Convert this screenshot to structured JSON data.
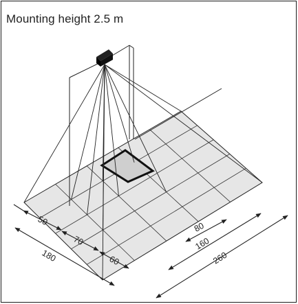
{
  "title": "Mounting height 2.5 m",
  "dimensions": {
    "left_1": "50",
    "left_2": "70",
    "left_3": "60",
    "left_total": "180",
    "right_1": "80",
    "right_2": "160",
    "right_total": "260"
  },
  "colors": {
    "floor_fill": "#e6e6e6",
    "highlight_fill": "#cfcfcf",
    "line": "#222222"
  }
}
